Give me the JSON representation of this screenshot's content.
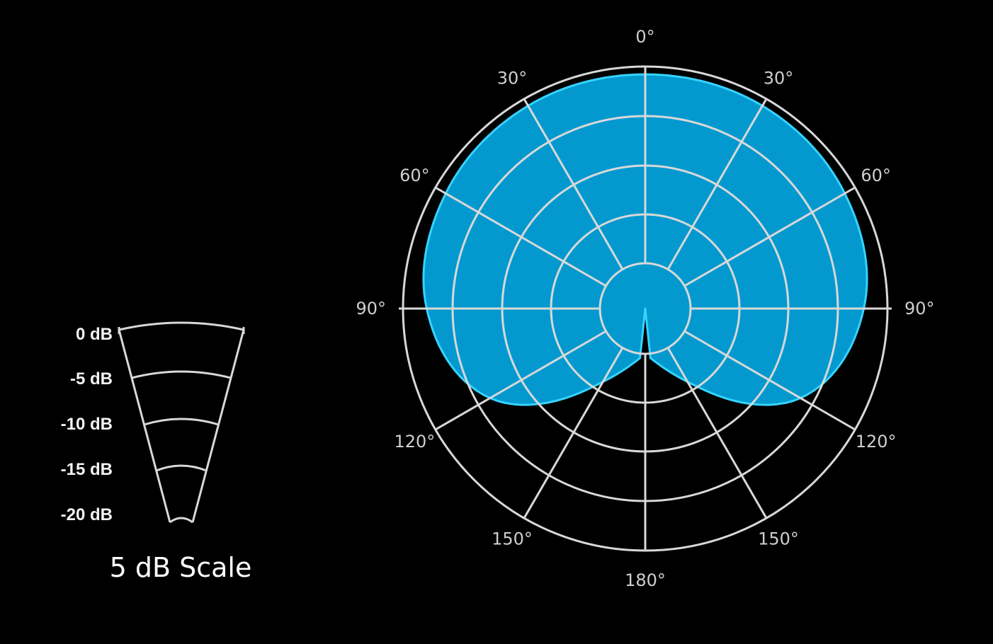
{
  "colors": {
    "background": "#000000",
    "grid": "#d8d8d8",
    "pattern_fill": "#0399cf",
    "pattern_stroke": "#36d3ff",
    "label_text": "#cfcfcf",
    "scale_text": "#ffffff"
  },
  "polar": {
    "angle_labels": [
      {
        "angle": 0,
        "text": "0°"
      },
      {
        "angle": 30,
        "text": "30°"
      },
      {
        "angle": -30,
        "text": "30°"
      },
      {
        "angle": 60,
        "text": "60°"
      },
      {
        "angle": -60,
        "text": "60°"
      },
      {
        "angle": 90,
        "text": "90°"
      },
      {
        "angle": -90,
        "text": "90°"
      },
      {
        "angle": 120,
        "text": "120°"
      },
      {
        "angle": -120,
        "text": "120°"
      },
      {
        "angle": 150,
        "text": "150°"
      },
      {
        "angle": -150,
        "text": "150°"
      },
      {
        "angle": 180,
        "text": "180°"
      }
    ],
    "rings_db": [
      0,
      -5,
      -10,
      -15,
      -20
    ],
    "spoke_angles": [
      0,
      30,
      60,
      90,
      120,
      150,
      180,
      210,
      240,
      270,
      300,
      330
    ]
  },
  "legend": {
    "title": "5 dB Scale",
    "db_labels": [
      "0 dB",
      "-5 dB",
      "-10 dB",
      "-15 dB",
      "-20 dB"
    ]
  },
  "chart_data": {
    "type": "polar-area",
    "angle_unit": "degrees",
    "radial_unit": "dB",
    "radial_range": [
      -25,
      0
    ],
    "series": [
      {
        "values": [
          {
            "angle": 0,
            "db": -1
          },
          {
            "angle": 30,
            "db": -1
          },
          {
            "angle": 60,
            "db": -1.5
          },
          {
            "angle": 90,
            "db": -3
          },
          {
            "angle": 120,
            "db": -8
          },
          {
            "angle": 150,
            "db": -20
          },
          {
            "angle": 180,
            "db": -25
          }
        ],
        "symmetric": true
      }
    ]
  }
}
